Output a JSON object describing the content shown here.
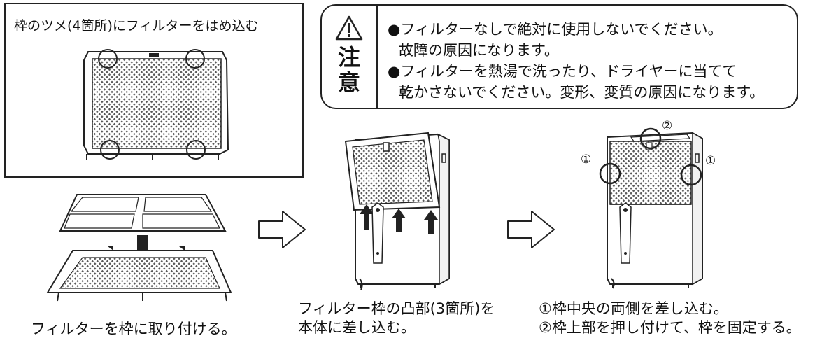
{
  "inset_box": {
    "title": "枠のツメ(4箇所)にフィルターをはめ込む"
  },
  "caution": {
    "label_chars": [
      "注",
      "意"
    ],
    "lines": [
      "●フィルターなしで絶対に使用しないでください。",
      "故障の原因になります。",
      "●フィルターを熱湯で洗ったり、ドライヤーに当てて",
      "乾かさないでください。変形、変質の原因になります。"
    ]
  },
  "steps": [
    {
      "caption": "フィルターを枠に取り付ける。"
    },
    {
      "caption_lines": [
        "フィルター枠の凸部(3箇所)を",
        "本体に差し込む。"
      ]
    },
    {
      "caption_lines": [
        "①枠中央の両側を差し込む。",
        "②枠上部を押し付けて、枠を固定する。"
      ]
    }
  ],
  "markers": {
    "one": "①",
    "two": "②"
  },
  "icons": {
    "warning": "warning-triangle-icon",
    "step_arrow": "hollow-right-arrow-icon",
    "insert_arrow": "up-arrow-icon",
    "press_arrow": "down-arrow-icon"
  },
  "colors": {
    "line": "#222222",
    "mesh": "#555555",
    "panel": "#f2f2f2"
  }
}
